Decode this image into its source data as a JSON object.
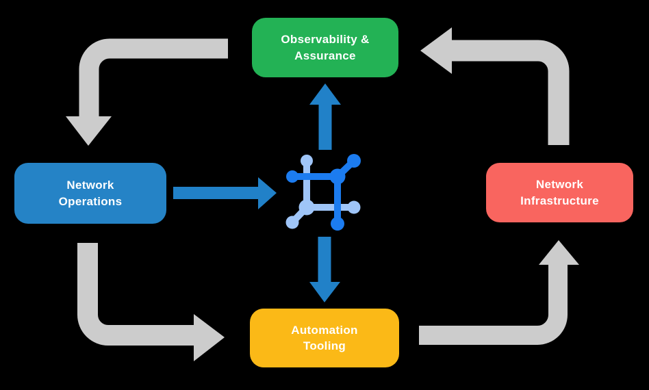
{
  "nodes": {
    "observability": {
      "label": "Observability & Assurance",
      "color": "#23b255"
    },
    "operations": {
      "label": "Network Operations",
      "color": "#2583c6"
    },
    "infrastructure": {
      "label": "Network Infrastructure",
      "color": "#f9655f"
    },
    "automation": {
      "label": "Automation Tooling",
      "color": "#fbb917"
    }
  },
  "colors": {
    "background": "#000000",
    "text": "#ffffff",
    "arrow_gray": "#cccccc",
    "arrow_blue": "#2181c8",
    "icon_dark_blue": "#1c7cf0",
    "icon_light_blue": "#9fc5f8"
  },
  "icons": {
    "center": "network-automation-icon"
  },
  "connections": [
    {
      "from": "observability",
      "to": "operations",
      "style": "gray-elbow-arrow"
    },
    {
      "from": "operations",
      "to": "automation",
      "style": "gray-elbow-arrow"
    },
    {
      "from": "automation",
      "to": "infrastructure",
      "style": "gray-elbow-arrow"
    },
    {
      "from": "infrastructure",
      "to": "observability",
      "style": "gray-elbow-arrow"
    },
    {
      "from": "operations",
      "to": "center-icon",
      "style": "blue-straight-arrow"
    },
    {
      "from": "center-icon",
      "to": "observability",
      "style": "blue-straight-arrow"
    },
    {
      "from": "center-icon",
      "to": "automation",
      "style": "blue-straight-arrow"
    }
  ]
}
